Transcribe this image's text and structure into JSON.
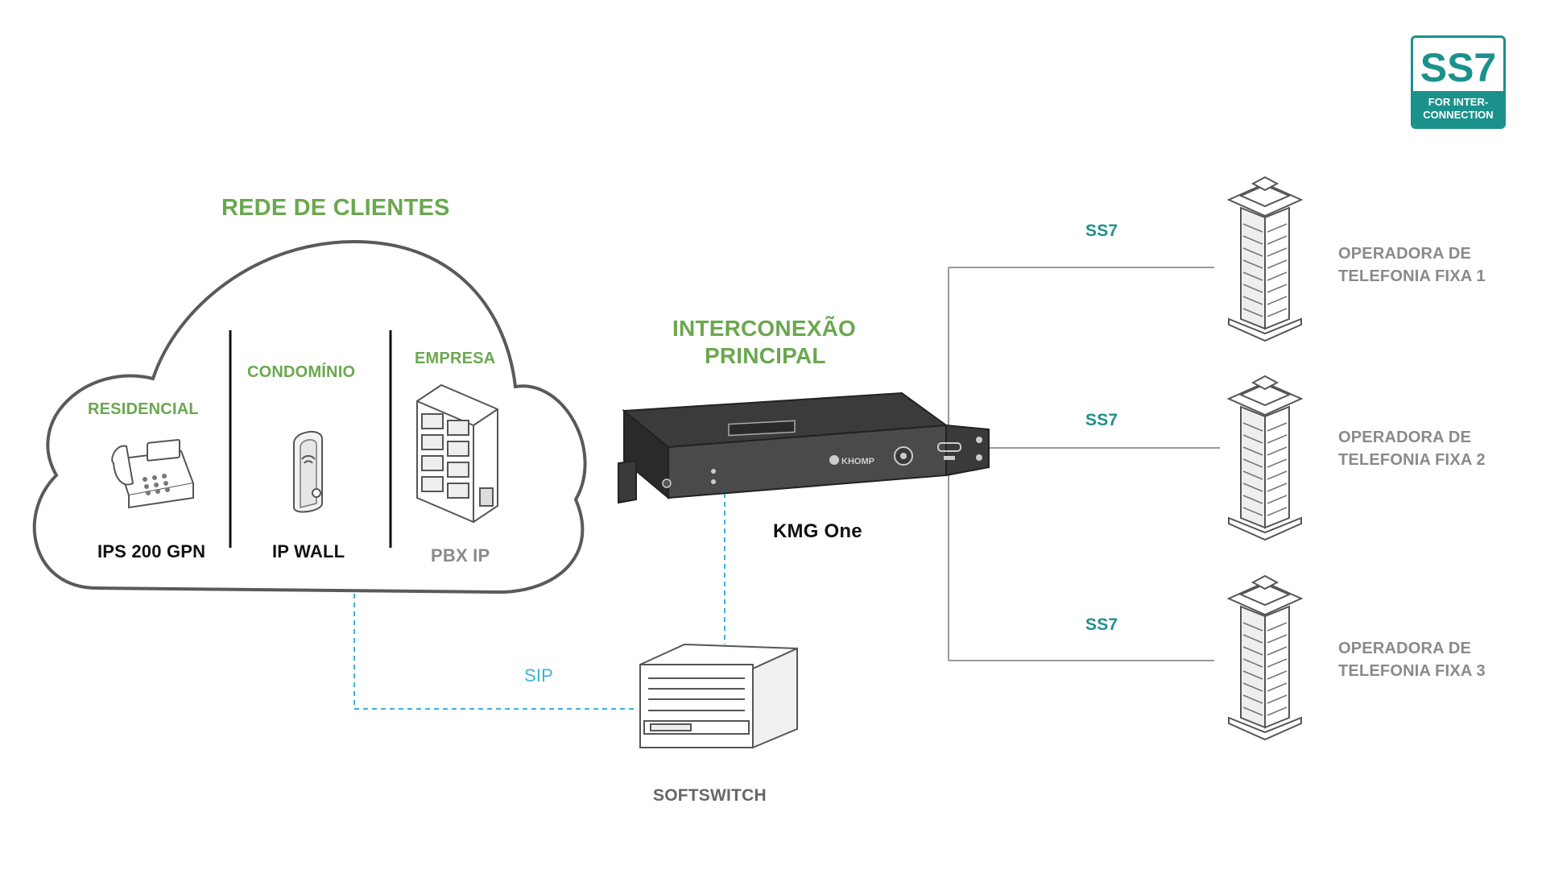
{
  "badge": {
    "title": "SS7",
    "subtitle_line1": "FOR INTER-",
    "subtitle_line2": "CONNECTION"
  },
  "cloud": {
    "title": "REDE DE CLIENTES",
    "segments": [
      {
        "category": "RESIDENCIAL",
        "device": "IPS 200 GPN",
        "icon": "desk-phone-icon"
      },
      {
        "category": "CONDOMÍNIO",
        "device": "IP WALL",
        "icon": "intercom-icon"
      },
      {
        "category": "EMPRESA",
        "device": "PBX IP",
        "icon": "pbx-icon"
      }
    ]
  },
  "gateway": {
    "title_line1": "INTERCONEXÃO",
    "title_line2": "PRINCIPAL",
    "name": "KMG One",
    "brand": "KHOMP",
    "icon": "rack-gateway-icon"
  },
  "softswitch": {
    "name": "SOFTSWITCH",
    "link_label": "SIP",
    "icon": "server-icon"
  },
  "operators": [
    {
      "link_label": "SS7",
      "name_line1": "OPERADORA DE",
      "name_line2": "TELEFONIA FIXA 1",
      "icon": "building-icon"
    },
    {
      "link_label": "SS7",
      "name_line1": "OPERADORA DE",
      "name_line2": "TELEFONIA FIXA 2",
      "icon": "building-icon"
    },
    {
      "link_label": "SS7",
      "name_line1": "OPERADORA DE",
      "name_line2": "TELEFONIA FIXA 3",
      "icon": "building-icon"
    }
  ],
  "colors": {
    "green": "#6aa84f",
    "teal": "#1f8f8b",
    "sip_blue": "#3ab4d6",
    "line_grey": "#999999"
  }
}
